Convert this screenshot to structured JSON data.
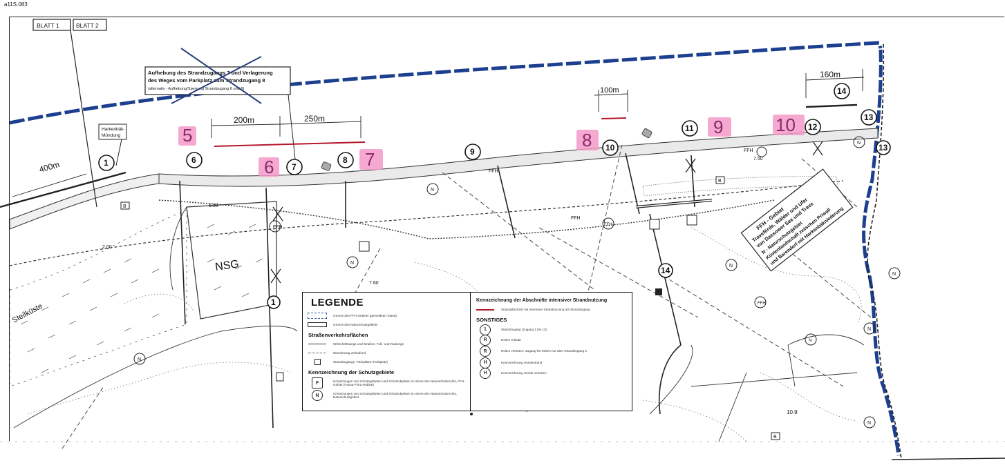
{
  "corner_code": "a11S.083",
  "sheets": [
    "BLATT 1",
    "BLATT 2"
  ],
  "callout_text": [
    "Aufhebung des Strandzugangs 7 und Verlagerung",
    "des Weges vom Parkplatz zum Strandzugang 8",
    "(alternativ - Aufhebung/Sperrung Strandzugang 6 und 8)"
  ],
  "place_label": [
    "Harkenbäk-",
    "Mündung"
  ],
  "measures": [
    {
      "id": "m400",
      "label": "400m"
    },
    {
      "id": "m200",
      "label": "200m"
    },
    {
      "id": "m250",
      "label": "250m"
    },
    {
      "id": "m100",
      "label": "100m"
    },
    {
      "id": "m160",
      "label": "160m"
    }
  ],
  "pink_numbers": [
    "5",
    "6",
    "7",
    "8",
    "9",
    "10"
  ],
  "access_symbols": [
    "1",
    "6",
    "7",
    "8",
    "9",
    "10",
    "11",
    "12",
    "13",
    "14"
  ],
  "area_labels": {
    "nsg": "NSG",
    "schutz": "Steilküste",
    "ffh": "FFH",
    "n": "N",
    "b": "B",
    "contour_1": "7.60",
    "contour_2": "7.50",
    "contour_3": "10.9",
    "contour_4": "2.00",
    "contour_5": "6.50"
  },
  "ffh_box_text": [
    "FFH - Gebiet",
    "Traveförde, Wälder und Ufer",
    "von Dassower See und Trave",
    "N - Naturschutzgebiet",
    "Küstenlandschaft zwischen Priwall",
    "und Barendorf mit Harkenbäkniederung"
  ],
  "legend": {
    "title": "LEGENDE",
    "boundaries": [
      {
        "text": "Grenze des FFH-Gebiets (gemeldeter Stand)"
      },
      {
        "text": "Grenze des Naturschutzgebiets"
      }
    ],
    "traffic_heading": "Straßenverkehrsflächen",
    "traffic": [
      {
        "text": "Wirtschaftswege und Straßen, Fuß- und Radwege"
      },
      {
        "text": "Wanderweg verlaufend"
      },
      {
        "text": "Strandzugänge, Parkplätze (Parkplatz)"
      }
    ],
    "protect_heading": "Kennzeichnung der Schutzgebiete",
    "protect": [
      {
        "text": "Umsetzungen von Schutzgebieten und Schutzobjekten im Sinne des Naturschutzrechts, FFH-Gebiet (Fauna-Flora-Habitat)"
      },
      {
        "text": "Umsetzungen von Schutzgebieten und Schutzobjekten im Sinne des Naturschutzrechts, Naturschutzgebiet"
      }
    ],
    "right_heading": "Kennzeichnung der Abschnitte intensiver Strandnutzung",
    "right_first": "Strandabschnitt mit intensiver Strandnutzung mit Strandzugang",
    "misc_heading": "SONSTIGES",
    "misc": [
      {
        "sym": "1",
        "text": "Strandzugang (Zugang 1 bis 13)"
      },
      {
        "sym": "R",
        "text": "Reiten erlaubt"
      },
      {
        "sym": "R",
        "text": "Reiten verboten, Zugang für Reiten nur über Strandzugang 3"
      },
      {
        "sym": "H",
        "text": "Kennzeichnung Hundestrand"
      },
      {
        "sym": "H",
        "text": "Kennzeichnung Hunde verboten"
      }
    ]
  }
}
